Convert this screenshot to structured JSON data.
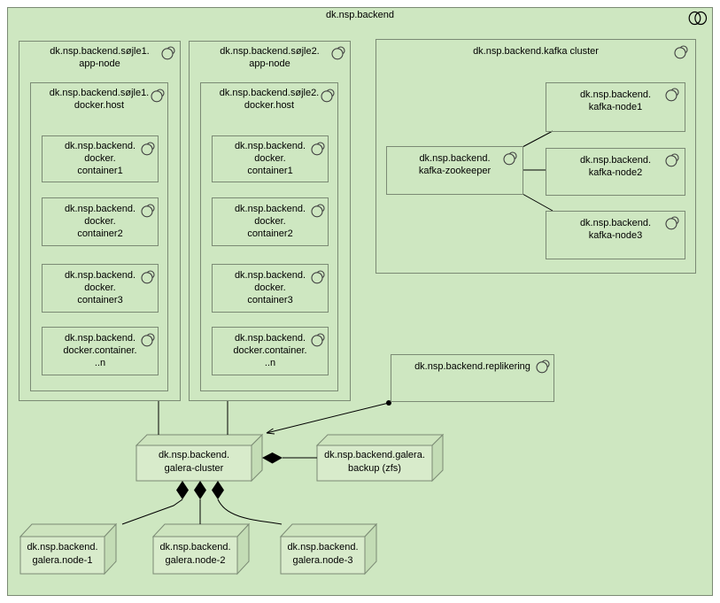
{
  "diagram": {
    "title": "dk.nsp.backend",
    "colors": {
      "background": "#cee7c1",
      "box_border": "#7b8a74",
      "node3d_front": "#d8ebcb",
      "node3d_top": "#cde4be",
      "node3d_side": "#c3dcb5",
      "connector": "#000000"
    },
    "soejle1": {
      "app_node": {
        "line1": "dk.nsp.backend.søjle1.",
        "line2": "app-node"
      },
      "docker_host": {
        "line1": "dk.nsp.backend.søjle1.",
        "line2": "docker.host"
      },
      "containers": [
        {
          "line1": "dk.nsp.backend.",
          "line2": "docker.",
          "line3": "container1"
        },
        {
          "line1": "dk.nsp.backend.",
          "line2": "docker.",
          "line3": "container2"
        },
        {
          "line1": "dk.nsp.backend.",
          "line2": "docker.",
          "line3": "container3"
        },
        {
          "line1": "dk.nsp.backend.",
          "line2": "docker.container.",
          "line3": "..n"
        }
      ]
    },
    "soejle2": {
      "app_node": {
        "line1": "dk.nsp.backend.søjle2.",
        "line2": "app-node"
      },
      "docker_host": {
        "line1": "dk.nsp.backend.søjle2.",
        "line2": "docker.host"
      },
      "containers": [
        {
          "line1": "dk.nsp.backend.",
          "line2": "docker.",
          "line3": "container1"
        },
        {
          "line1": "dk.nsp.backend.",
          "line2": "docker.",
          "line3": "container2"
        },
        {
          "line1": "dk.nsp.backend.",
          "line2": "docker.",
          "line3": "container3"
        },
        {
          "line1": "dk.nsp.backend.",
          "line2": "docker.container.",
          "line3": "..n"
        }
      ]
    },
    "kafka": {
      "title": "dk.nsp.backend.kafka cluster",
      "zookeeper": {
        "line1": "dk.nsp.backend.",
        "line2": "kafka-zookeeper"
      },
      "nodes": [
        {
          "line1": "dk.nsp.backend.",
          "line2": "kafka-node1"
        },
        {
          "line1": "dk.nsp.backend.",
          "line2": "kafka-node2"
        },
        {
          "line1": "dk.nsp.backend.",
          "line2": "kafka-node3"
        }
      ]
    },
    "replikering": {
      "line1": "dk.nsp.backend.replikering"
    },
    "galera": {
      "cluster": {
        "line1": "dk.nsp.backend.",
        "line2": "galera-cluster"
      },
      "backup": {
        "line1": "dk.nsp.backend.galera.",
        "line2": "backup (zfs)"
      },
      "nodes": [
        {
          "line1": "dk.nsp.backend.",
          "line2": "galera.node-1"
        },
        {
          "line1": "dk.nsp.backend.",
          "line2": "galera.node-2"
        },
        {
          "line1": "dk.nsp.backend.",
          "line2": "galera.node-3"
        }
      ]
    },
    "edges": [
      {
        "from": "dk.nsp.backend.søjle1.app-node",
        "to": "dk.nsp.backend.galera-cluster",
        "style": "line"
      },
      {
        "from": "dk.nsp.backend.søjle2.app-node",
        "to": "dk.nsp.backend.galera-cluster",
        "style": "line"
      },
      {
        "from": "dk.nsp.backend.replikering",
        "to": "dk.nsp.backend.galera-cluster",
        "style": "arrow-with-source-dot"
      },
      {
        "from": "dk.nsp.backend.galera-cluster",
        "to": "dk.nsp.backend.galera.backup (zfs)",
        "style": "composition-diamond"
      },
      {
        "from": "dk.nsp.backend.galera-cluster",
        "to": "dk.nsp.backend.galera.node-1",
        "style": "composition-diamond"
      },
      {
        "from": "dk.nsp.backend.galera-cluster",
        "to": "dk.nsp.backend.galera.node-2",
        "style": "composition-diamond"
      },
      {
        "from": "dk.nsp.backend.galera-cluster",
        "to": "dk.nsp.backend.galera.node-3",
        "style": "composition-diamond"
      },
      {
        "from": "dk.nsp.backend.kafka-zookeeper",
        "to": "dk.nsp.backend.kafka-node1",
        "style": "line"
      },
      {
        "from": "dk.nsp.backend.kafka-zookeeper",
        "to": "dk.nsp.backend.kafka-node2",
        "style": "line"
      },
      {
        "from": "dk.nsp.backend.kafka-zookeeper",
        "to": "dk.nsp.backend.kafka-node3",
        "style": "line"
      }
    ]
  }
}
